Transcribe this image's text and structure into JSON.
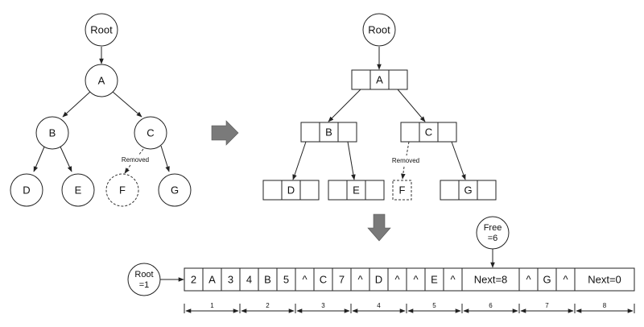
{
  "tree": {
    "root": "Root",
    "nodes": [
      "A",
      "B",
      "C",
      "D",
      "E",
      "F",
      "G"
    ],
    "removed_label": "Removed"
  },
  "array": {
    "root_label_1": "Root",
    "root_label_2": "=1",
    "free_label_1": "Free",
    "free_label_2": "=6",
    "cells": [
      "2",
      "A",
      "3",
      "4",
      "B",
      "5",
      "^",
      "C",
      "7",
      "^",
      "D",
      "^",
      "^",
      "E",
      "^",
      "Next=8",
      "^",
      "G",
      "^",
      "Next=0"
    ],
    "index_labels": [
      "1",
      "2",
      "3",
      "4",
      "5",
      "6",
      "7",
      "8"
    ]
  }
}
